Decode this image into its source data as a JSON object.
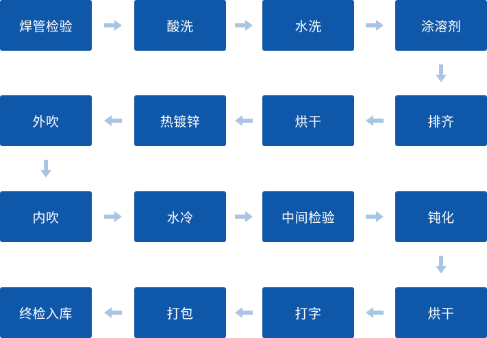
{
  "colors": {
    "box": "#0f57a8",
    "text": "#ffffff",
    "arrow": "#a9c5e1"
  },
  "steps": [
    {
      "label": "焊管检验"
    },
    {
      "label": "酸洗"
    },
    {
      "label": "水洗"
    },
    {
      "label": "涂溶剂"
    },
    {
      "label": "排齐"
    },
    {
      "label": "烘干"
    },
    {
      "label": "热镀锌"
    },
    {
      "label": "外吹"
    },
    {
      "label": "内吹"
    },
    {
      "label": "水冷"
    },
    {
      "label": "中间检验"
    },
    {
      "label": "钝化"
    },
    {
      "label": "烘干"
    },
    {
      "label": "打字"
    },
    {
      "label": "打包"
    },
    {
      "label": "终检入库"
    }
  ]
}
